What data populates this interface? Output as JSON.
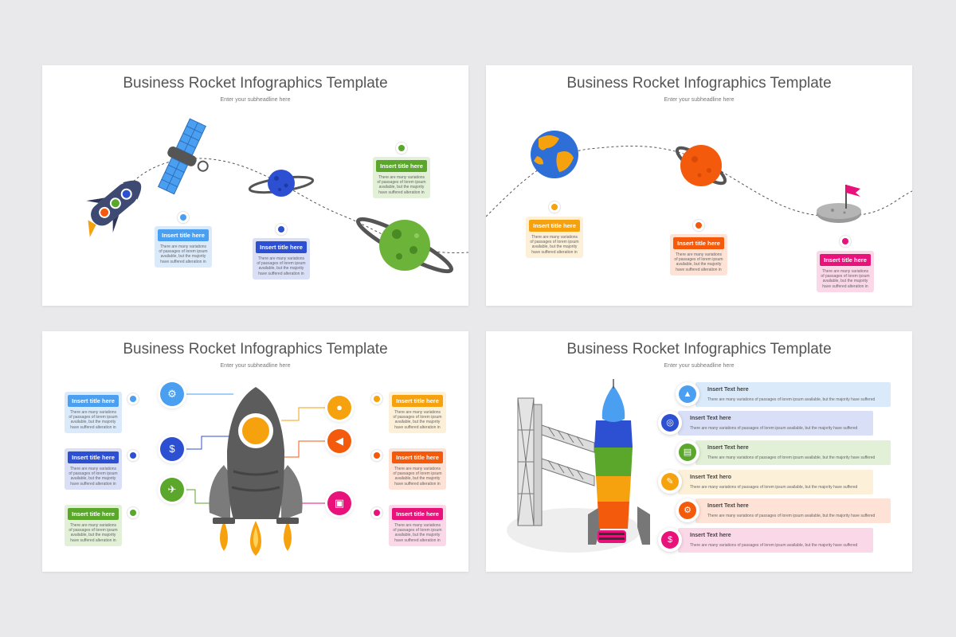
{
  "colors": {
    "blue": "#4a9ff0",
    "navy": "#2d4fd1",
    "green": "#5aa72b",
    "orange": "#f6a20e",
    "red_orange": "#f35a0c",
    "magenta": "#e8127a"
  },
  "slide_title": "Business Rocket Infographics Template",
  "slide_subtitle": "Enter your subheadline here",
  "box_title": "Insert title here",
  "box_body": "There are many variations of passages of lorem ipsum available, but the majority have suffered alteration in",
  "bar_body": "There are many variations of passages of lorem ipsum available, but the majority have suffered",
  "slide4_bars": [
    {
      "title": "Insert Text here",
      "icon": "rocket-icon"
    },
    {
      "title": "Insert Text here",
      "icon": "target-icon"
    },
    {
      "title": "Insert Text here",
      "icon": "presentation-icon"
    },
    {
      "title": "Insert Text hero",
      "icon": "document-icon"
    },
    {
      "title": "Insert Text here",
      "icon": "gear-icon"
    },
    {
      "title": "Insert Text here",
      "icon": "coin-icon"
    }
  ],
  "slide3_icons": [
    "gear-icon",
    "dollar-icon",
    "plane-icon",
    "lightbulb-icon",
    "megaphone-icon",
    "chart-icon"
  ]
}
